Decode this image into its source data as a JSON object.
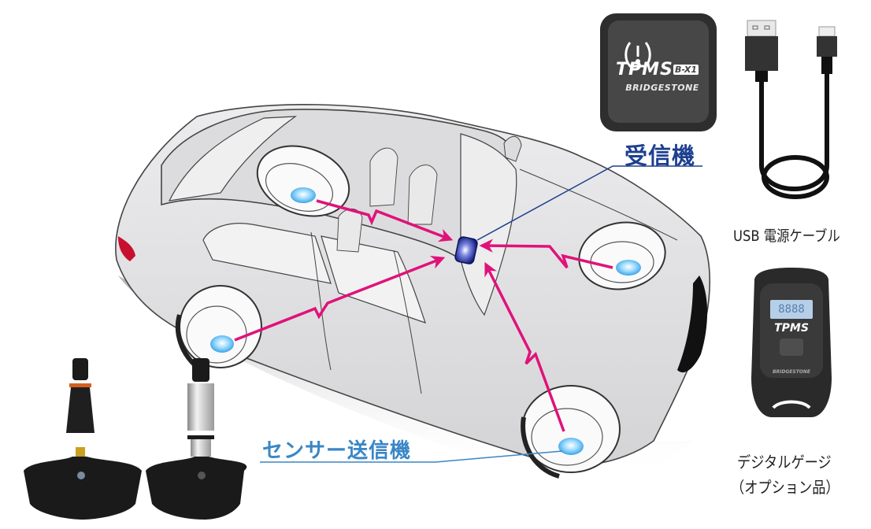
{
  "labels": {
    "receiver": "受信機",
    "sensor_transmitter": "センサー送信機",
    "usb_cable": "USB 電源ケーブル",
    "digital_gauge_line1": "デジタルゲージ",
    "digital_gauge_line2": "（オプション品）"
  },
  "receiver_device": {
    "model": "TPMS",
    "variant": "B-X1",
    "brand": "BRIDGESTONE",
    "icon": "tire-pressure-warning-icon"
  },
  "digital_gauge_device": {
    "lcd": "8888",
    "model": "TPMS",
    "brand": "BRIDGESTONE"
  },
  "colors": {
    "signal_arrow": "#e0127a",
    "receiver_label": "#1d3f8f",
    "sensor_label": "#3a86c6",
    "sensor_dot": "#4fb4ee",
    "receiver_unit": "#1a2a8a",
    "car_body": "#e4e4e6",
    "tail_light": "#c8102e"
  }
}
